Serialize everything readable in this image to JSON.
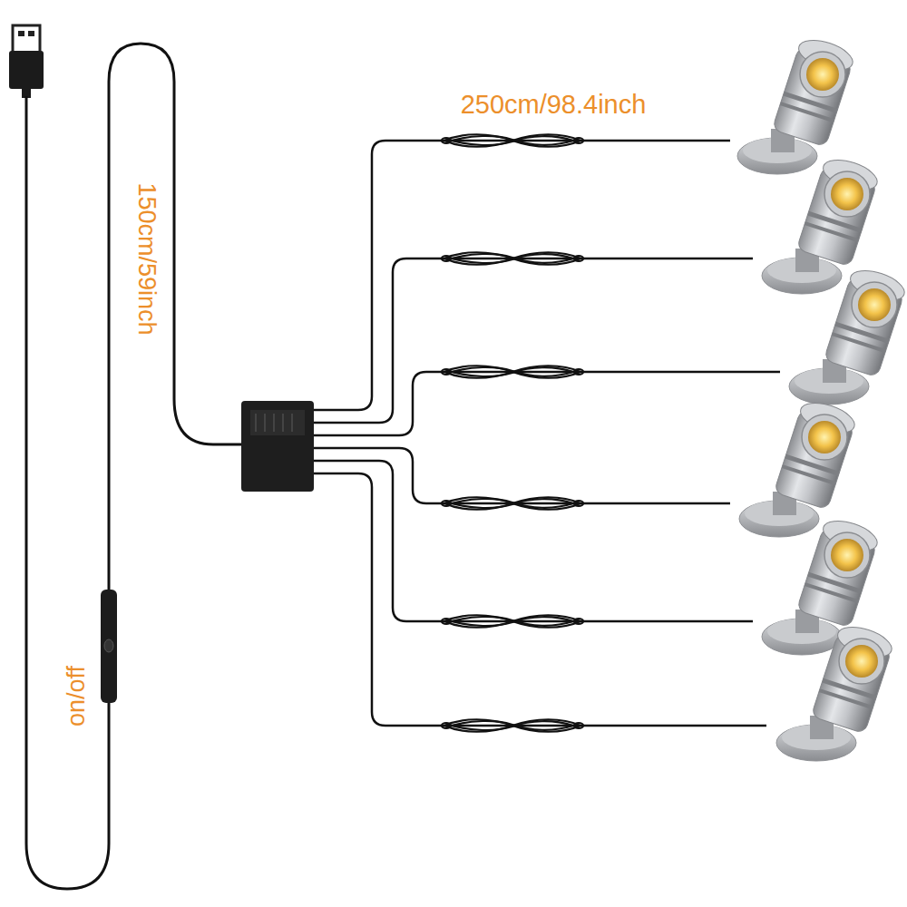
{
  "diagram": {
    "labels": [
      "250cm/98.4inch",
      "150cm/59inch",
      "on/off"
    ]
  }
}
